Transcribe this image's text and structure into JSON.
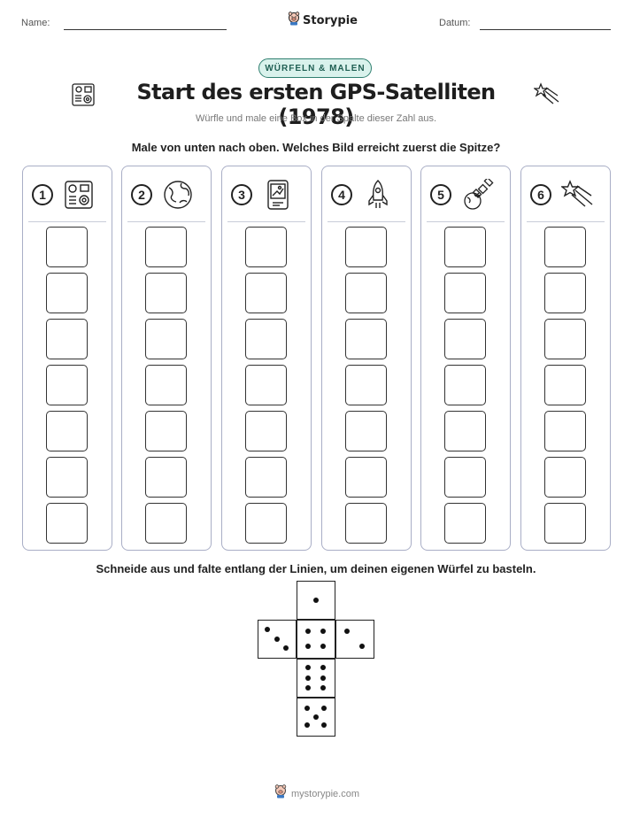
{
  "header": {
    "name_label": "Name:",
    "date_label": "Datum:",
    "brand": "Storypie"
  },
  "badge": "WÜRFELN & MALEN",
  "title": "Start des ersten GPS-Satelliten (1978)",
  "subtitle": "Würfle und male eine Box in der Spalte dieser Zahl aus.",
  "instruction": "Male von unten nach oben. Welches Bild erreicht zuerst die Spitze?",
  "columns": [
    {
      "number": "1",
      "icon": "control-panel-icon"
    },
    {
      "number": "2",
      "icon": "globe-icon"
    },
    {
      "number": "3",
      "icon": "gps-device-icon"
    },
    {
      "number": "4",
      "icon": "rocket-icon"
    },
    {
      "number": "5",
      "icon": "satellite-icon"
    },
    {
      "number": "6",
      "icon": "shooting-star-icon"
    }
  ],
  "boxes_per_column": 7,
  "cut_instruction": "Schneide aus und falte entlang der Linien, um deinen eigenen Würfel zu basteln.",
  "die_faces": [
    1,
    3,
    4,
    2,
    6,
    5
  ],
  "footer": "mystorypie.com"
}
